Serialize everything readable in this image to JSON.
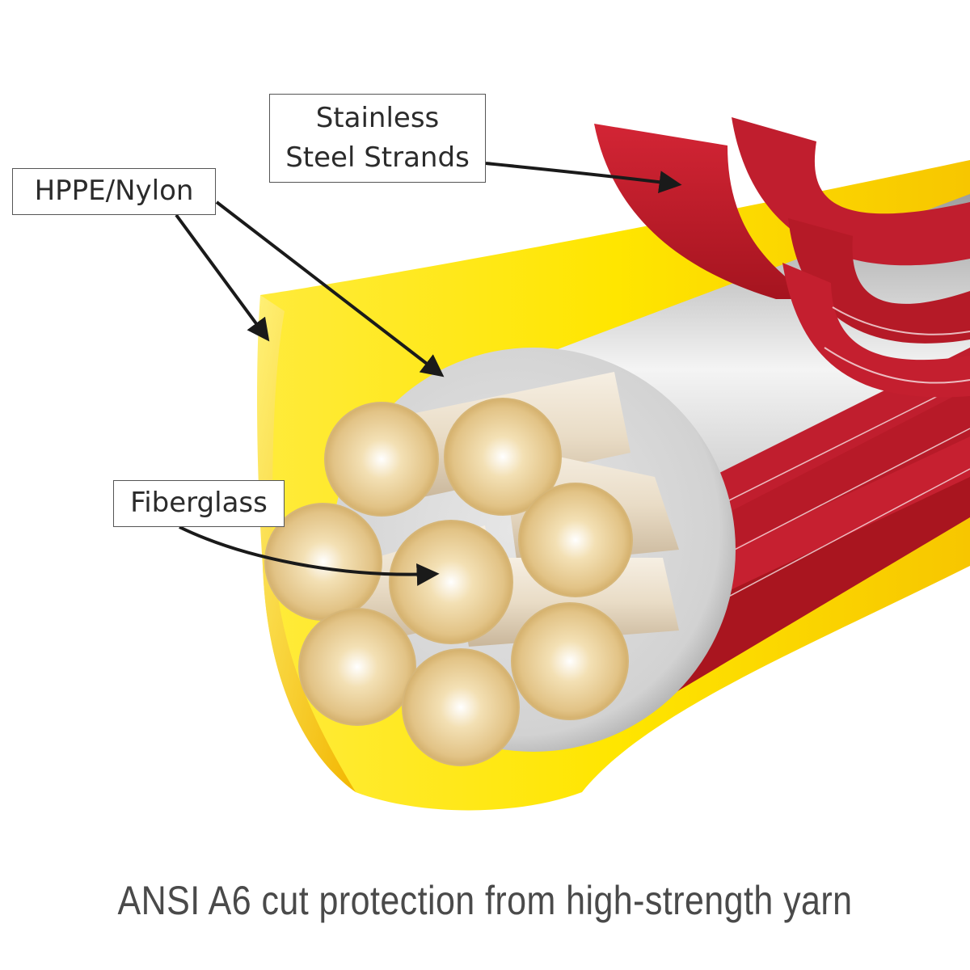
{
  "labels": {
    "steel_line1": "Stainless",
    "steel_line2": "Steel Strands",
    "hppe": "HPPE/Nylon",
    "fiberglass": "Fiberglass"
  },
  "caption": "ANSI A6 cut protection from high-strength yarn",
  "colors": {
    "hppe_layer": "#FFE600",
    "steel_strands": "#C01E2E",
    "core_sheath": "#D9D9D9",
    "fiberglass": "#E8CC8E",
    "arrows": "#1a1a1a"
  }
}
